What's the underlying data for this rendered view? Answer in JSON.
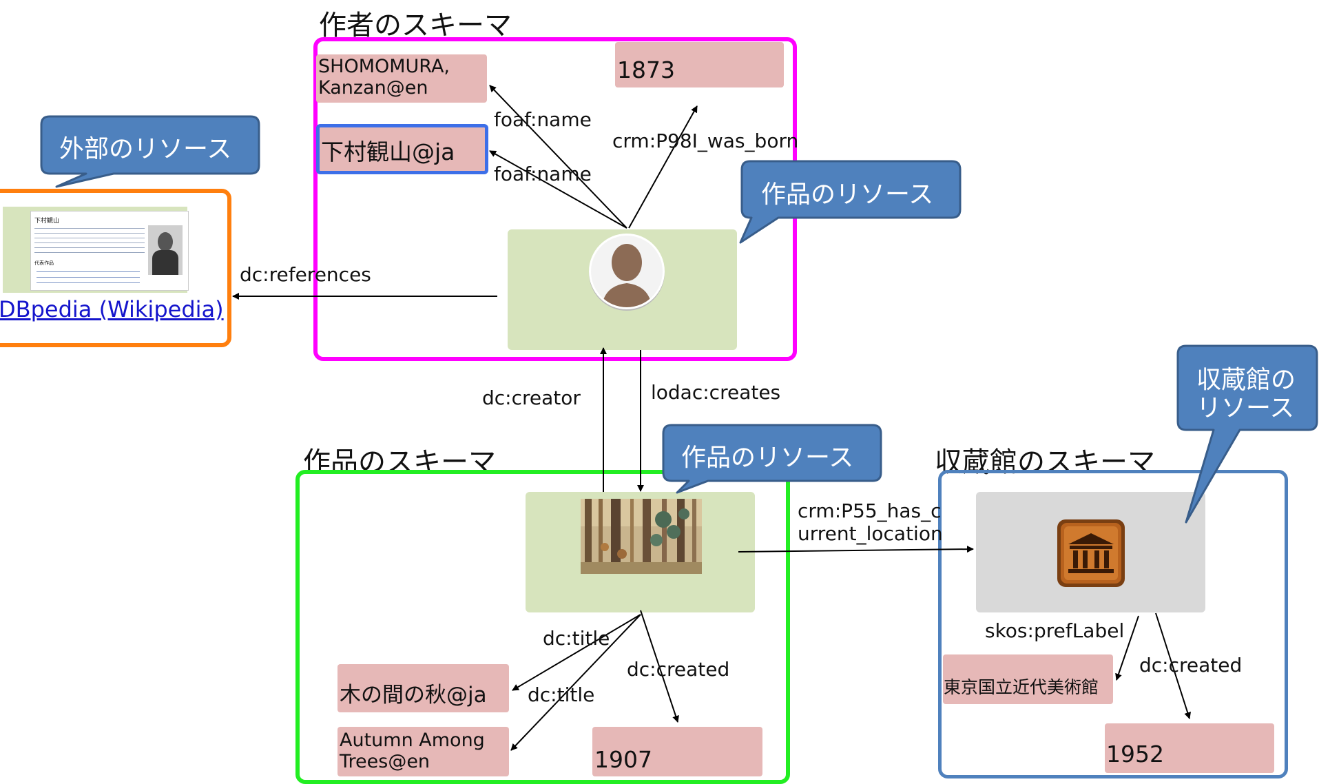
{
  "headings": {
    "author_schema": "作者のスキーマ",
    "work_schema": "作品のスキーマ",
    "museum_schema": "収蔵館のスキーマ"
  },
  "callouts": {
    "external_resource": "外部のリソース",
    "author_work_resource": "作品のリソース",
    "work_resource": "作品のリソース",
    "museum_resource_line1": "収蔵館の",
    "museum_resource_line2": "リソース"
  },
  "literals": {
    "name_en_line1": "SHOMOMURA,",
    "name_en_line2": "Kanzan@en",
    "name_ja": "下村観山@ja",
    "birth_year": "1873",
    "title_ja": "木の間の秋@ja",
    "title_en_line1": "Autumn Among",
    "title_en_line2": "Trees@en",
    "created_year": "1907",
    "museum_label": "東京国立近代美術館",
    "museum_created": "1952"
  },
  "edges": {
    "foaf_name_1": "foaf:name",
    "foaf_name_2": "foaf:name",
    "born": "crm:P98I_was_born",
    "references": "dc:references",
    "creator": "dc:creator",
    "creates": "lodac:creates",
    "location_line1": "crm:P55_has_c",
    "location_line2": "urrent_location",
    "title_1": "dc:title",
    "title_2": "dc:title",
    "created_work": "dc:created",
    "pref_label": "skos:prefLabel",
    "created_museum": "dc:created"
  },
  "external": {
    "link_text": "DBpedia (Wikipedia)",
    "wiki_title": "下村観山",
    "wiki_section": "代表作品"
  },
  "colors": {
    "author_border": "#ff00ff",
    "work_border": "#22ee22",
    "museum_border": "#4f81bd",
    "external_border": "#ff7f0e",
    "ja_literal_border": "#3d6fe8",
    "callout_fill": "#4f81bd",
    "callout_border": "#385d8a",
    "literal_fill": "#e6b8b7",
    "resource_fill": "#d7e4bd",
    "museum_res_fill": "#d9d9d9"
  }
}
